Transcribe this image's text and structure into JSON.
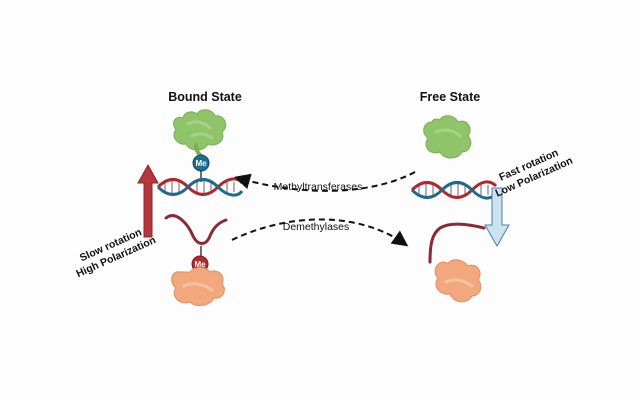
{
  "labels": {
    "bound_state": "Bound State",
    "free_state": "Free State",
    "methyltransferases": "Methyltransferases",
    "demethylases": "Demethylases",
    "slow_rotation": "Slow rotation",
    "high_polarization": "High Polarization",
    "fast_rotation": "Fast rotation",
    "low_polarization": "Low Polarization",
    "me_top": "Me",
    "me_bottom": "Me"
  },
  "colors": {
    "green_protein": "#8fc46a",
    "orange_protein": "#f2a77c",
    "dna_red": "#b0272f",
    "dna_blue": "#1f6a8a",
    "rna_strand": "#8a2a34",
    "me_blue": "#1e6f8f",
    "me_red": "#b32a30",
    "arrow_up": "#b5363d",
    "arrow_down": "#c9e3f3"
  },
  "icons": {
    "bound_protein_top": "green-protein-icon",
    "bound_protein_bottom": "orange-protein-icon",
    "free_protein_top": "green-protein-icon",
    "free_protein_bottom": "orange-protein-icon"
  }
}
